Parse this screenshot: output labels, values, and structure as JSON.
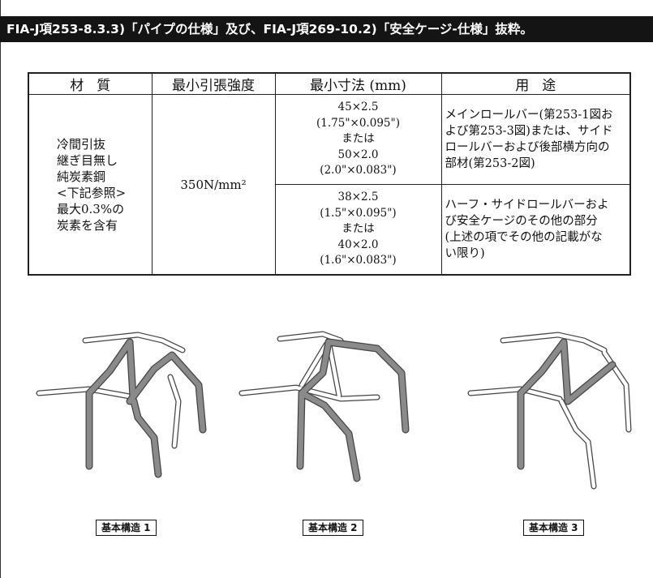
{
  "header": {
    "title": "FIA-J項253-8.3.3)「パイプの仕様」及び、FIA-J項269-10.2)「安全ケージ-仕様」抜粋。"
  },
  "table": {
    "headers": [
      "材質",
      "最小引張強度",
      "最小寸法 (mm)",
      "用途"
    ],
    "material": [
      "冷間引抜",
      "継ぎ目無し",
      "純炭素鋼",
      "<下記参照>",
      "最大0.3%の",
      "炭素を含有"
    ],
    "strength": "350N/mm²",
    "rows": [
      {
        "dimension": [
          "45×2.5",
          "(1.75\"×0.095\")",
          "または",
          "50×2.0",
          "(2.0\"×0.083\")"
        ],
        "use": [
          "メインロールバー(第253-1図お",
          "よび第253-3図)または、サイド",
          "ロールバーおよび後部横方向の",
          "部材(第253-2図)"
        ]
      },
      {
        "dimension": [
          "38×2.5",
          "(1.5\"×0.095\")",
          "または",
          "40×2.0",
          "(1.6\"×0.083\")"
        ],
        "use": [
          "ハーフ・サイドロールバーおよ",
          "び安全ケージのその他の部分",
          "(上述の項でその他の記載がな",
          "い限り)"
        ]
      }
    ]
  },
  "diagrams": [
    {
      "label": "基本構造 1"
    },
    {
      "label": "基本構造 2"
    },
    {
      "label": "基本構造 3"
    }
  ],
  "colors": {
    "title_bg": "#141414",
    "tube_heavy": "#8a8a8a",
    "tube_light": "#ffffff",
    "tube_outline": "#444444"
  }
}
